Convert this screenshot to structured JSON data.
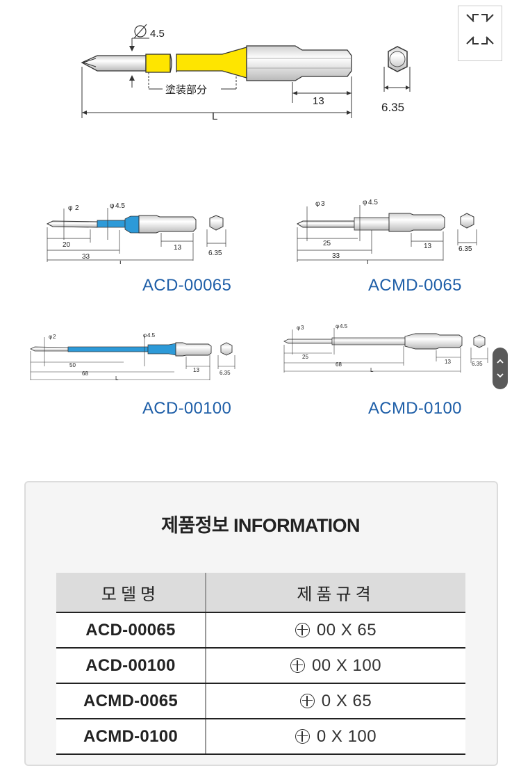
{
  "top_drawing": {
    "diameter_label": "4.5",
    "coated_label": "塗装部分",
    "hex_length_label": "13",
    "overall_length_label": "L",
    "hex_size_label": "6.35",
    "coat_color": "#fee500"
  },
  "drawings": [
    {
      "tip_label": "2",
      "shank_label": "4.5",
      "dim1": "20",
      "dim2": "33",
      "hex_len": "13",
      "L": "L",
      "hex": "6.35",
      "color": "#2d9ad8"
    },
    {
      "tip_label": "3",
      "shank_label": "4.5",
      "dim1": "25",
      "dim2": "33",
      "hex_len": "13",
      "L": "L",
      "hex": "6.35",
      "color": "#eeeeee"
    },
    {
      "tip_label": "2",
      "shank_label": "4.5",
      "dim1": "50",
      "dim2": "68",
      "hex_len": "13",
      "L": "L",
      "hex": "6.35",
      "color": "#2d9ad8"
    },
    {
      "tip_label": "3",
      "shank_label": "4.5",
      "dim1": "25",
      "dim2": "68",
      "hex_len": "13",
      "L": "L",
      "hex": "6.35",
      "color": "#eeeeee"
    }
  ],
  "models": {
    "acd65": "ACD-00065",
    "acmd65": "ACMD-0065",
    "acd100": "ACD-00100",
    "acmd100": "ACMD-0100"
  },
  "info": {
    "title": "제품정보 INFORMATION",
    "columns": [
      "모델명",
      "제품규격"
    ],
    "rows": [
      {
        "model": "ACD-00065",
        "spec": "00 X 65"
      },
      {
        "model": "ACD-00100",
        "spec": "00 X 100"
      },
      {
        "model": "ACMD-0065",
        "spec": "0 X 65"
      },
      {
        "model": "ACMD-0100",
        "spec": "0 X 100"
      }
    ]
  },
  "icons": {
    "expand": "expand-arrows-icon",
    "scroll_up": "chevron-up-icon",
    "scroll_down": "chevron-down-icon",
    "phillips": "phillips-head-icon"
  }
}
